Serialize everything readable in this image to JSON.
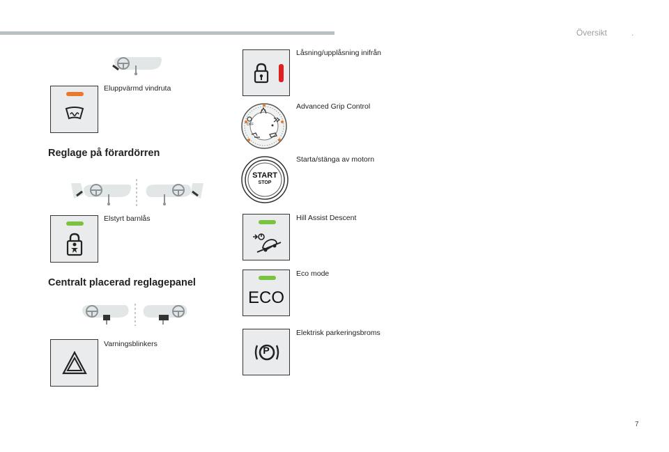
{
  "header": {
    "section": "Översikt",
    "marker": "."
  },
  "left": {
    "items": [
      {
        "caption": "Eluppvärmd vindruta",
        "icon": "heated-windscreen-icon",
        "led_color": "#e8782e"
      },
      {
        "caption": "Elstyrt barnlås",
        "icon": "child-lock-icon",
        "led_color": "#7cc242"
      },
      {
        "caption": "Varningsblinkers",
        "icon": "hazard-triangle-icon"
      }
    ],
    "headings": [
      "Reglage på förardörren",
      "Centralt placerad reglagepanel"
    ]
  },
  "right": {
    "items": [
      {
        "caption": "Låsning/upplåsning inifrån",
        "icon": "padlock-icon",
        "led_color": "#e02020"
      },
      {
        "caption": "Advanced Grip Control",
        "icon": "grip-control-dial-icon"
      },
      {
        "caption": "Starta/stänga av motorn",
        "icon": "start-stop-button-icon",
        "button_text": [
          "START",
          "STOP"
        ]
      },
      {
        "caption": "Hill Assist Descent",
        "icon": "hill-descent-icon",
        "led_color": "#7cc242"
      },
      {
        "caption": "Eco mode",
        "icon": "eco-icon",
        "button_text": "ECO",
        "led_color": "#7cc242"
      },
      {
        "caption": "Elektrisk parkeringsbroms",
        "icon": "parking-brake-icon",
        "button_text": "P"
      }
    ]
  },
  "footer": {
    "page_number": "7"
  }
}
